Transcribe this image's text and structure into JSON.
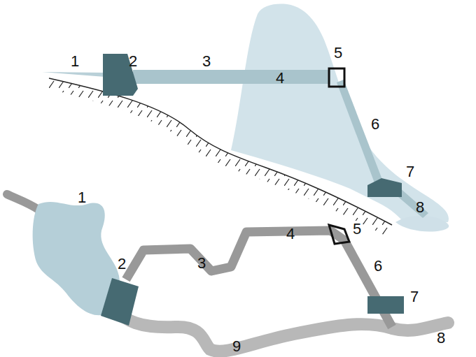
{
  "diagram": {
    "labels": [
      "1",
      "2",
      "3",
      "5",
      "4",
      "6",
      "7",
      "8",
      "1",
      "4",
      "5",
      "3",
      "2",
      "6",
      "7",
      "8",
      "9"
    ]
  }
}
